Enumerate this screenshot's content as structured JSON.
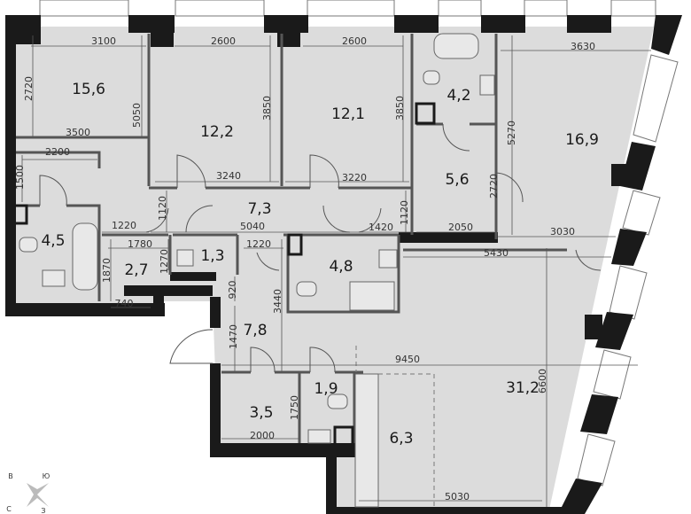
{
  "rooms": [
    {
      "name": "room-bedroom-1",
      "area": "15,6"
    },
    {
      "name": "room-bedroom-2",
      "area": "12,2"
    },
    {
      "name": "room-bedroom-3",
      "area": "12,1"
    },
    {
      "name": "room-bathroom-1",
      "area": "4,2"
    },
    {
      "name": "room-bedroom-4",
      "area": "16,9"
    },
    {
      "name": "room-wardrobe-1",
      "area": "5,6"
    },
    {
      "name": "room-corridor",
      "area": "7,3"
    },
    {
      "name": "room-bathroom-2",
      "area": "4,5"
    },
    {
      "name": "room-wardrobe-2",
      "area": "2,7"
    },
    {
      "name": "room-laundry",
      "area": "1,3"
    },
    {
      "name": "room-bathroom-3",
      "area": "4,8"
    },
    {
      "name": "room-hall",
      "area": "7,8"
    },
    {
      "name": "room-living",
      "area": "31,2"
    },
    {
      "name": "room-storage",
      "area": "3,5"
    },
    {
      "name": "room-wc",
      "area": "1,9"
    },
    {
      "name": "room-kitchen",
      "area": "6,3"
    }
  ],
  "dimensions": [
    "3100",
    "2600",
    "2600",
    "3630",
    "2720",
    "5050",
    "3850",
    "3850",
    "5270",
    "3500",
    "2200",
    "1500",
    "3240",
    "3220",
    "2720",
    "1120",
    "1120",
    "5040",
    "1220",
    "1420",
    "2050",
    "3030",
    "1780",
    "1220",
    "5430",
    "1870",
    "1270",
    "920",
    "3440",
    "740",
    "1470",
    "9450",
    "6600",
    "1750",
    "2000",
    "5030"
  ],
  "compass": {
    "east": "В",
    "south": "Ю",
    "north": "С",
    "west": "З"
  },
  "colors": {
    "floor": "#dcdcdc",
    "wall": "#1a1a1a",
    "inner_wall": "#555555"
  }
}
